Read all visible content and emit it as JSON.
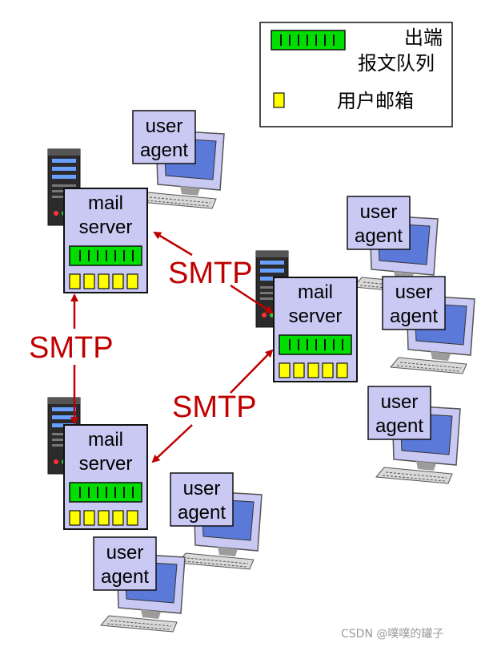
{
  "legend": {
    "queue_label_line1": "出端",
    "queue_label_line2": "报文队列",
    "mailbox_label": "用户邮箱"
  },
  "mail_servers": [
    {
      "label_line1": "mail",
      "label_line2": "server"
    },
    {
      "label_line1": "mail",
      "label_line2": "server"
    },
    {
      "label_line1": "mail",
      "label_line2": "server"
    }
  ],
  "user_agents": [
    {
      "label_line1": "user",
      "label_line2": "agent"
    },
    {
      "label_line1": "user",
      "label_line2": "agent"
    },
    {
      "label_line1": "user",
      "label_line2": "agent"
    },
    {
      "label_line1": "user",
      "label_line2": "agent"
    },
    {
      "label_line1": "user",
      "label_line2": "agent"
    },
    {
      "label_line1": "user",
      "label_line2": "agent"
    }
  ],
  "protocol_labels": [
    "SMTP",
    "SMTP",
    "SMTP"
  ],
  "watermark": "CSDN @噗噗的罐子",
  "colors": {
    "box_fill": "#c9c9f4",
    "queue_green": "#00dd00",
    "mailbox_yellow": "#ffff00",
    "arrow_red": "#c00000"
  }
}
